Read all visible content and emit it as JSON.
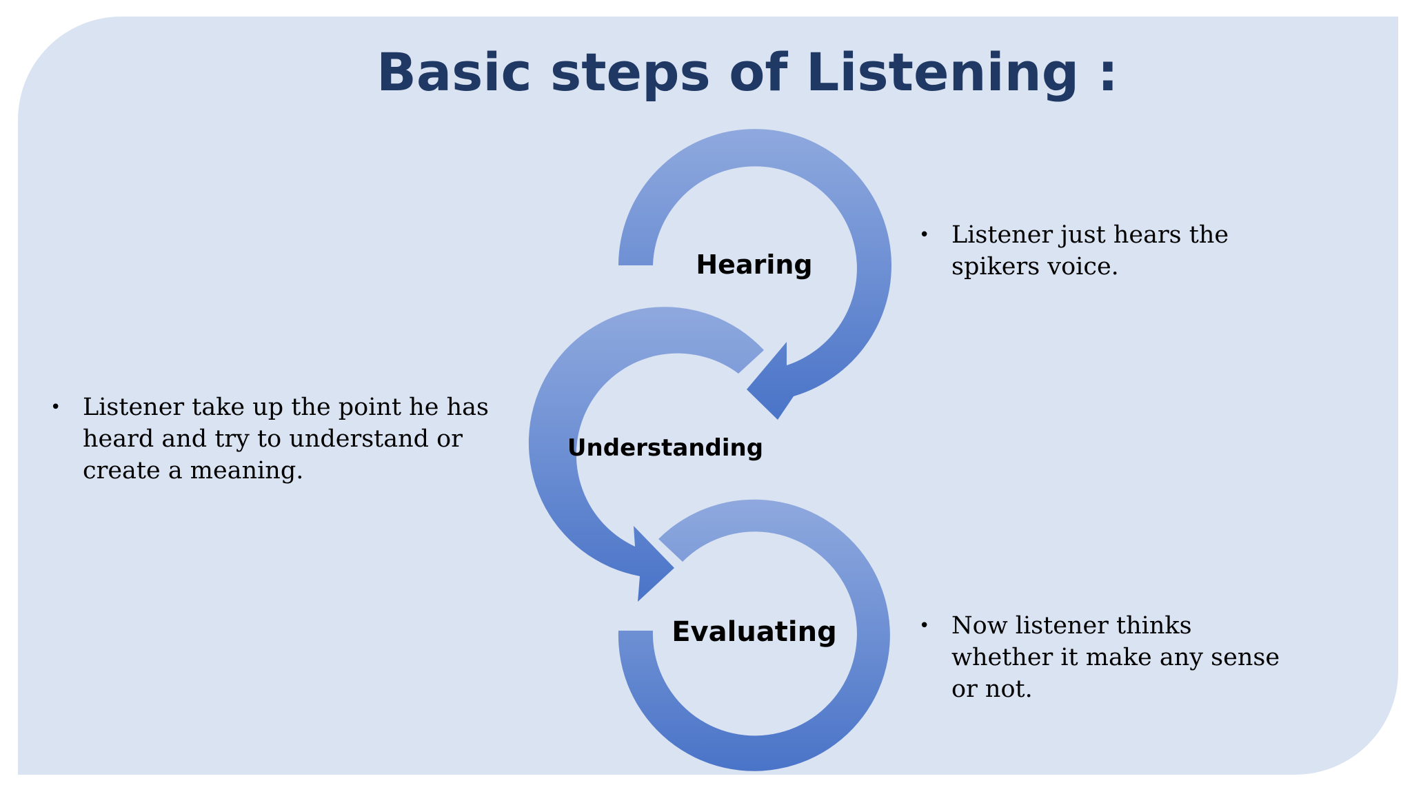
{
  "title": "Basic steps of Listening :",
  "steps": [
    {
      "label": "Hearing",
      "note": "Listener just hears the spikers voice."
    },
    {
      "label": "Understanding",
      "note": "Listener take up the point he has heard and try to understand or create a meaning."
    },
    {
      "label": "Evaluating",
      "note": "Now listener thinks whether it make any sense or not."
    }
  ],
  "colors": {
    "background": "#dae3f2",
    "title": "#1f3864",
    "arrow_light": "#8fa9de",
    "arrow_dark": "#4a74c8"
  }
}
